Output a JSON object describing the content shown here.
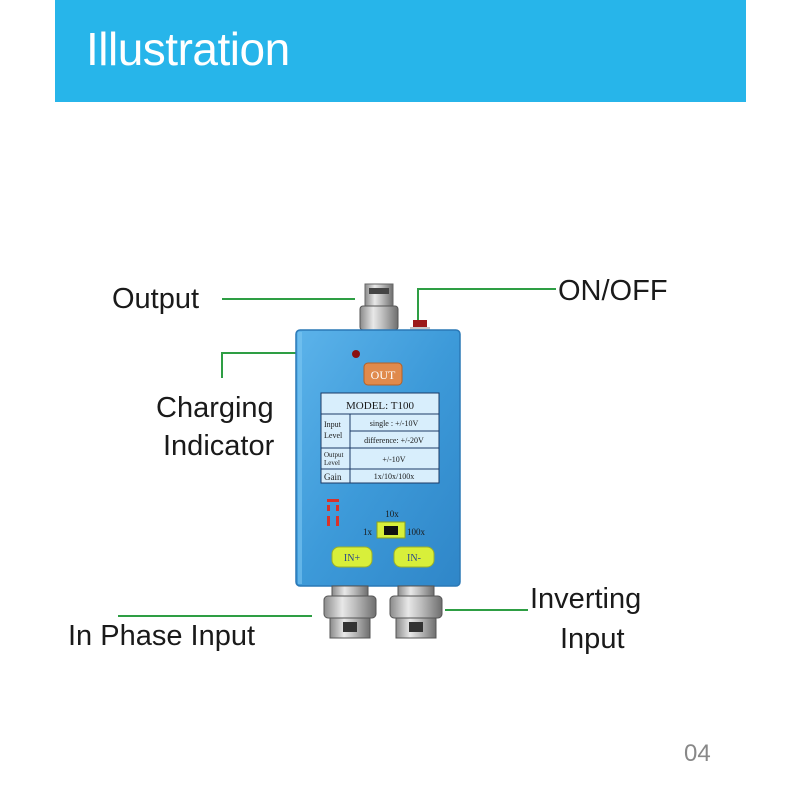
{
  "header": {
    "title": "Illustration"
  },
  "callouts": {
    "output": "Output",
    "on_off": "ON/OFF",
    "charging_line1": "Charging",
    "charging_line2": "Indicator",
    "in_phase": "In Phase Input",
    "inverting_line1": "Inverting",
    "inverting_line2": "Input"
  },
  "device": {
    "out_label": "OUT",
    "model": "MODEL: T100",
    "rows": [
      {
        "name1": "Input",
        "name2": "Level",
        "value1": "single : +/-10V",
        "value2": "difference: +/-20V"
      },
      {
        "name1": "Output",
        "name2": "Level",
        "value1": "+/-10V",
        "value2": ""
      },
      {
        "name1": "Gain",
        "name2": "",
        "value1": "1x/10x/100x",
        "value2": ""
      }
    ],
    "gain_top": "10x",
    "gain_left": "1x",
    "gain_right": "100x",
    "in_plus": "IN+",
    "in_minus": "IN-"
  },
  "colors": {
    "banner": "#27b5ea",
    "leader": "#2e9e44",
    "device_body": "#3e9bd8"
  },
  "footer": {
    "page": "04"
  }
}
